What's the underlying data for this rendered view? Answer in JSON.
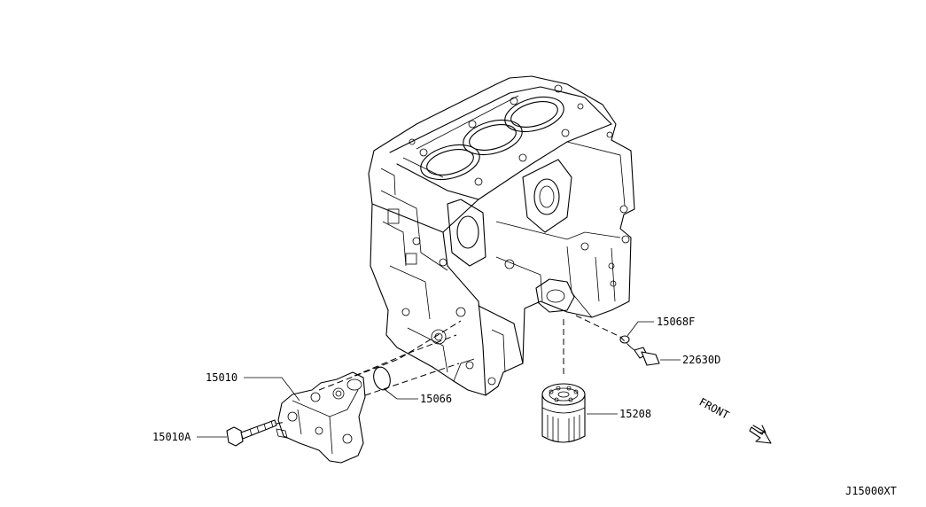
{
  "diagram_code": "J15000XT",
  "direction_label": "FRONT",
  "parts": [
    {
      "id": "oil-pump",
      "number": "15010"
    },
    {
      "id": "oil-pump-bolt",
      "number": "15010A"
    },
    {
      "id": "o-ring",
      "number": "15066"
    },
    {
      "id": "oil-filter",
      "number": "15208"
    },
    {
      "id": "washer",
      "number": "15068F"
    },
    {
      "id": "pressure-switch",
      "number": "22630D"
    }
  ]
}
